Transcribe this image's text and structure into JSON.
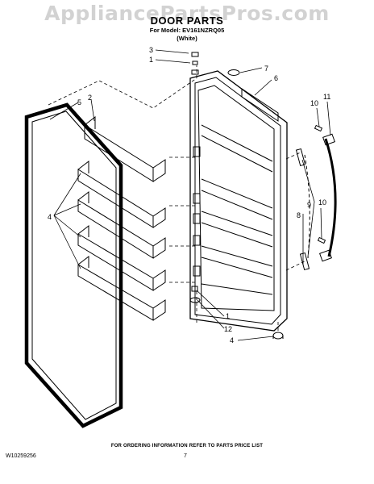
{
  "watermark": "AppliancePartsPros.com",
  "header": {
    "title": "DOOR PARTS",
    "model_line": "For Model: EV161NZRQ05",
    "color_line": "(White)"
  },
  "callouts": {
    "c1_top": "1",
    "c2": "2",
    "c3": "3",
    "c4_left": "4",
    "c4_bottom": "4",
    "c5": "5",
    "c6": "6",
    "c7": "7",
    "c8": "8",
    "c9": "9",
    "c10_top": "10",
    "c10_mid": "10",
    "c11": "11",
    "c1_bottom": "1",
    "c12": "12"
  },
  "footer": {
    "ordering_note": "FOR ORDERING INFORMATION REFER TO PARTS PRICE LIST",
    "doc_number": "W10259256",
    "page_number": "7"
  }
}
